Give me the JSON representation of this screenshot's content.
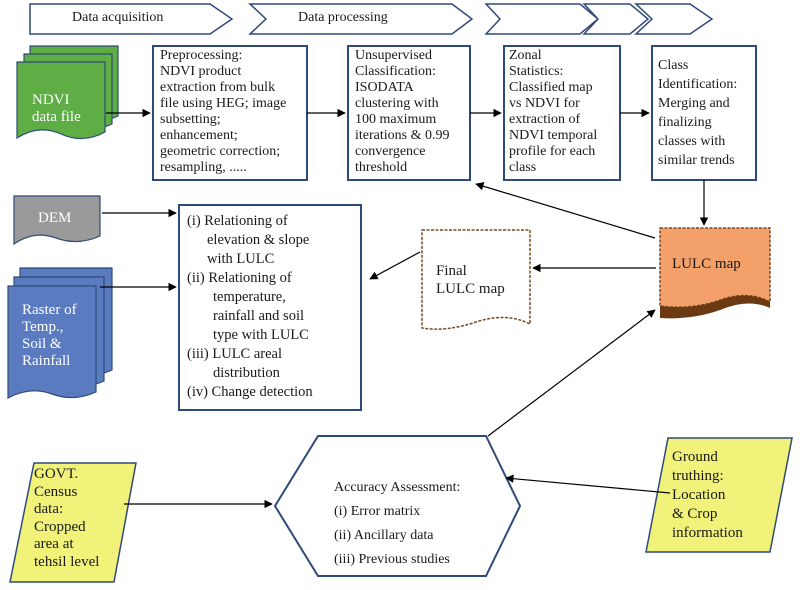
{
  "header": {
    "stages": [
      "Data acquisition",
      "Data processing"
    ]
  },
  "inputs": {
    "ndvi": [
      "NDVI",
      "data file"
    ],
    "dem": "DEM",
    "raster": [
      "Raster of",
      "Temp.,",
      "Soil  &",
      "Rainfall"
    ],
    "census": [
      "GOVT.",
      "Census",
      "data:",
      "Cropped",
      "area at",
      "tehsil level"
    ],
    "ground": [
      "Ground",
      "truthing:",
      "Location",
      "& Crop",
      "information"
    ]
  },
  "steps": {
    "preprocessing": [
      "Preprocessing:",
      "NDVI product",
      "extraction from bulk",
      "file using HEG; image",
      "subsetting;",
      "enhancement;",
      "geometric correction;",
      "resampling, ....."
    ],
    "unsupervised": [
      "Unsupervised",
      "Classification:",
      "ISODATA",
      "clustering with",
      "100 maximum",
      "iterations & 0.99",
      "convergence",
      "threshold"
    ],
    "zonal": [
      "Zonal",
      "Statistics:",
      "Classified map",
      "vs NDVI for",
      "extraction of",
      "NDVI temporal",
      "profile for each",
      "class"
    ],
    "class_id": [
      "Class",
      "Identification:",
      "Merging  and",
      "finalizing",
      "classes with",
      "similar trends"
    ]
  },
  "outputs": {
    "lulc_map": "LULC map",
    "final_map": [
      "Final",
      "LULC map"
    ]
  },
  "analysis": [
    "(i) Relationing of",
    "elevation & slope",
    "with LULC",
    "(ii) Relationing of",
    "temperature,",
    "rainfall and soil",
    "type with LULC",
    "(iii) LULC  areal",
    "distribution",
    "(iv) Change detection"
  ],
  "accuracy": [
    "Accuracy Assessment:",
    "(i) Error matrix",
    "(ii) Ancillary data",
    "(iii) Previous studies"
  ],
  "colors": {
    "border": "#2e4a7a",
    "ndvi_fill": "#5fae45",
    "dem_fill": "#9a9a9a",
    "raster_fill": "#5b7bc0",
    "yellow_fill": "#f1f27a",
    "lulc_fill": "#f4a06a",
    "lulc_wave": "#6b3a12",
    "arrow": "#000000"
  }
}
